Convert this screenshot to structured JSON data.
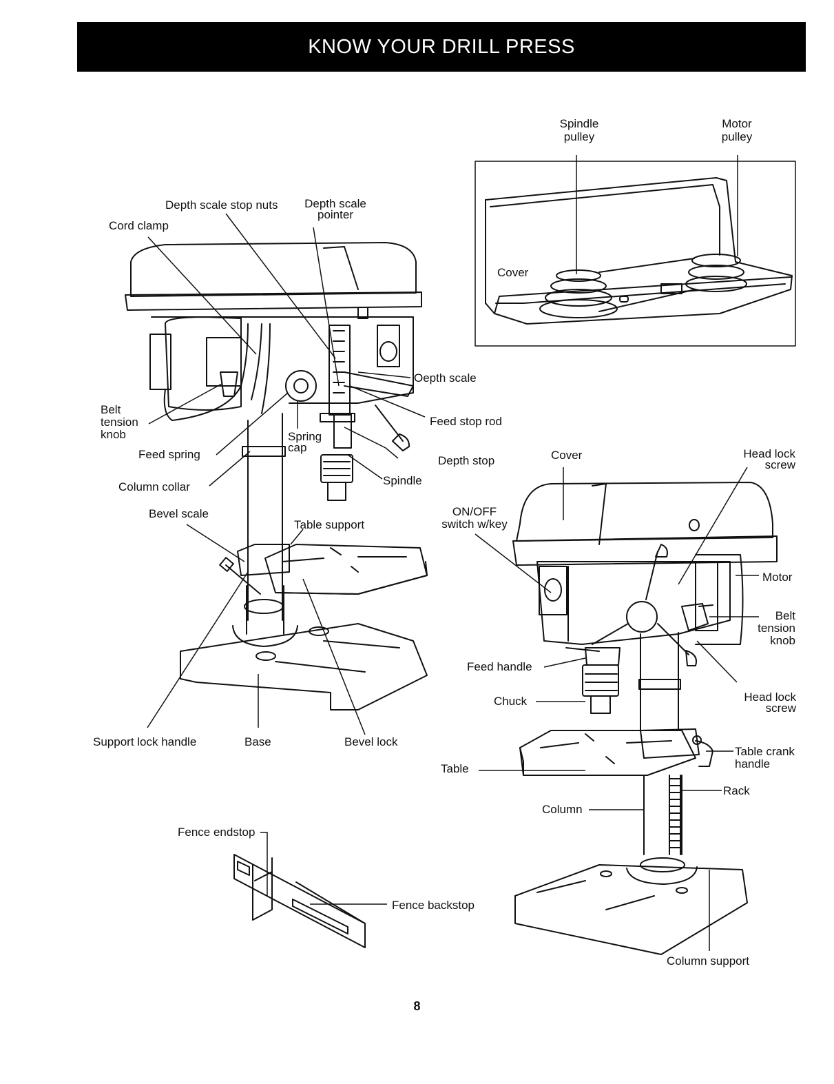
{
  "header": {
    "title": "KNOW YOUR DRILL PRESS"
  },
  "labels": {
    "spindle_pulley": "Spindle\npulley",
    "motor_pulley": "Motor\npulley",
    "cover_inset": "Cover",
    "depth_scale_stop_nuts": "Depth scale stop nuts",
    "depth_scale_pointer": "Depth scale\npointer",
    "cord_clamp": "Cord clamp",
    "depth_scale": "Oepth scale",
    "feed_stop_rod": "Feed stop rod",
    "belt_tension_knob_left": "Belt\ntension\nknob",
    "spring_cap": "Spring\ncap",
    "feed_spring": "Feed spring",
    "depth_stop": "Depth stop",
    "column_collar": "Column collar",
    "spindle": "Spindle",
    "bevel_scale": "Bevel scale",
    "table_support": "Table support",
    "support_lock_handle": "Support lock handle",
    "base": "Base",
    "bevel_lock": "Bevel lock",
    "cover_right": "Cover",
    "head_lock_screw_top": "Head lock\nscrew",
    "on_off_switch": "ON/OFF\nswitch w/key",
    "motor": "Motor",
    "belt_tension_knob_right": "Belt\ntension\nknob",
    "feed_handle": "Feed handle",
    "chuck": "Chuck",
    "head_lock_screw_bottom": "Head lock\nscrew",
    "table_crank_handle": "Table crank\nhandle",
    "table": "Table",
    "rack": "Rack",
    "column": "Column",
    "fence_endstop": "Fence endstop",
    "fence_backstop": "Fence backstop",
    "column_support": "Column support"
  },
  "footer": {
    "page_number": "8"
  }
}
